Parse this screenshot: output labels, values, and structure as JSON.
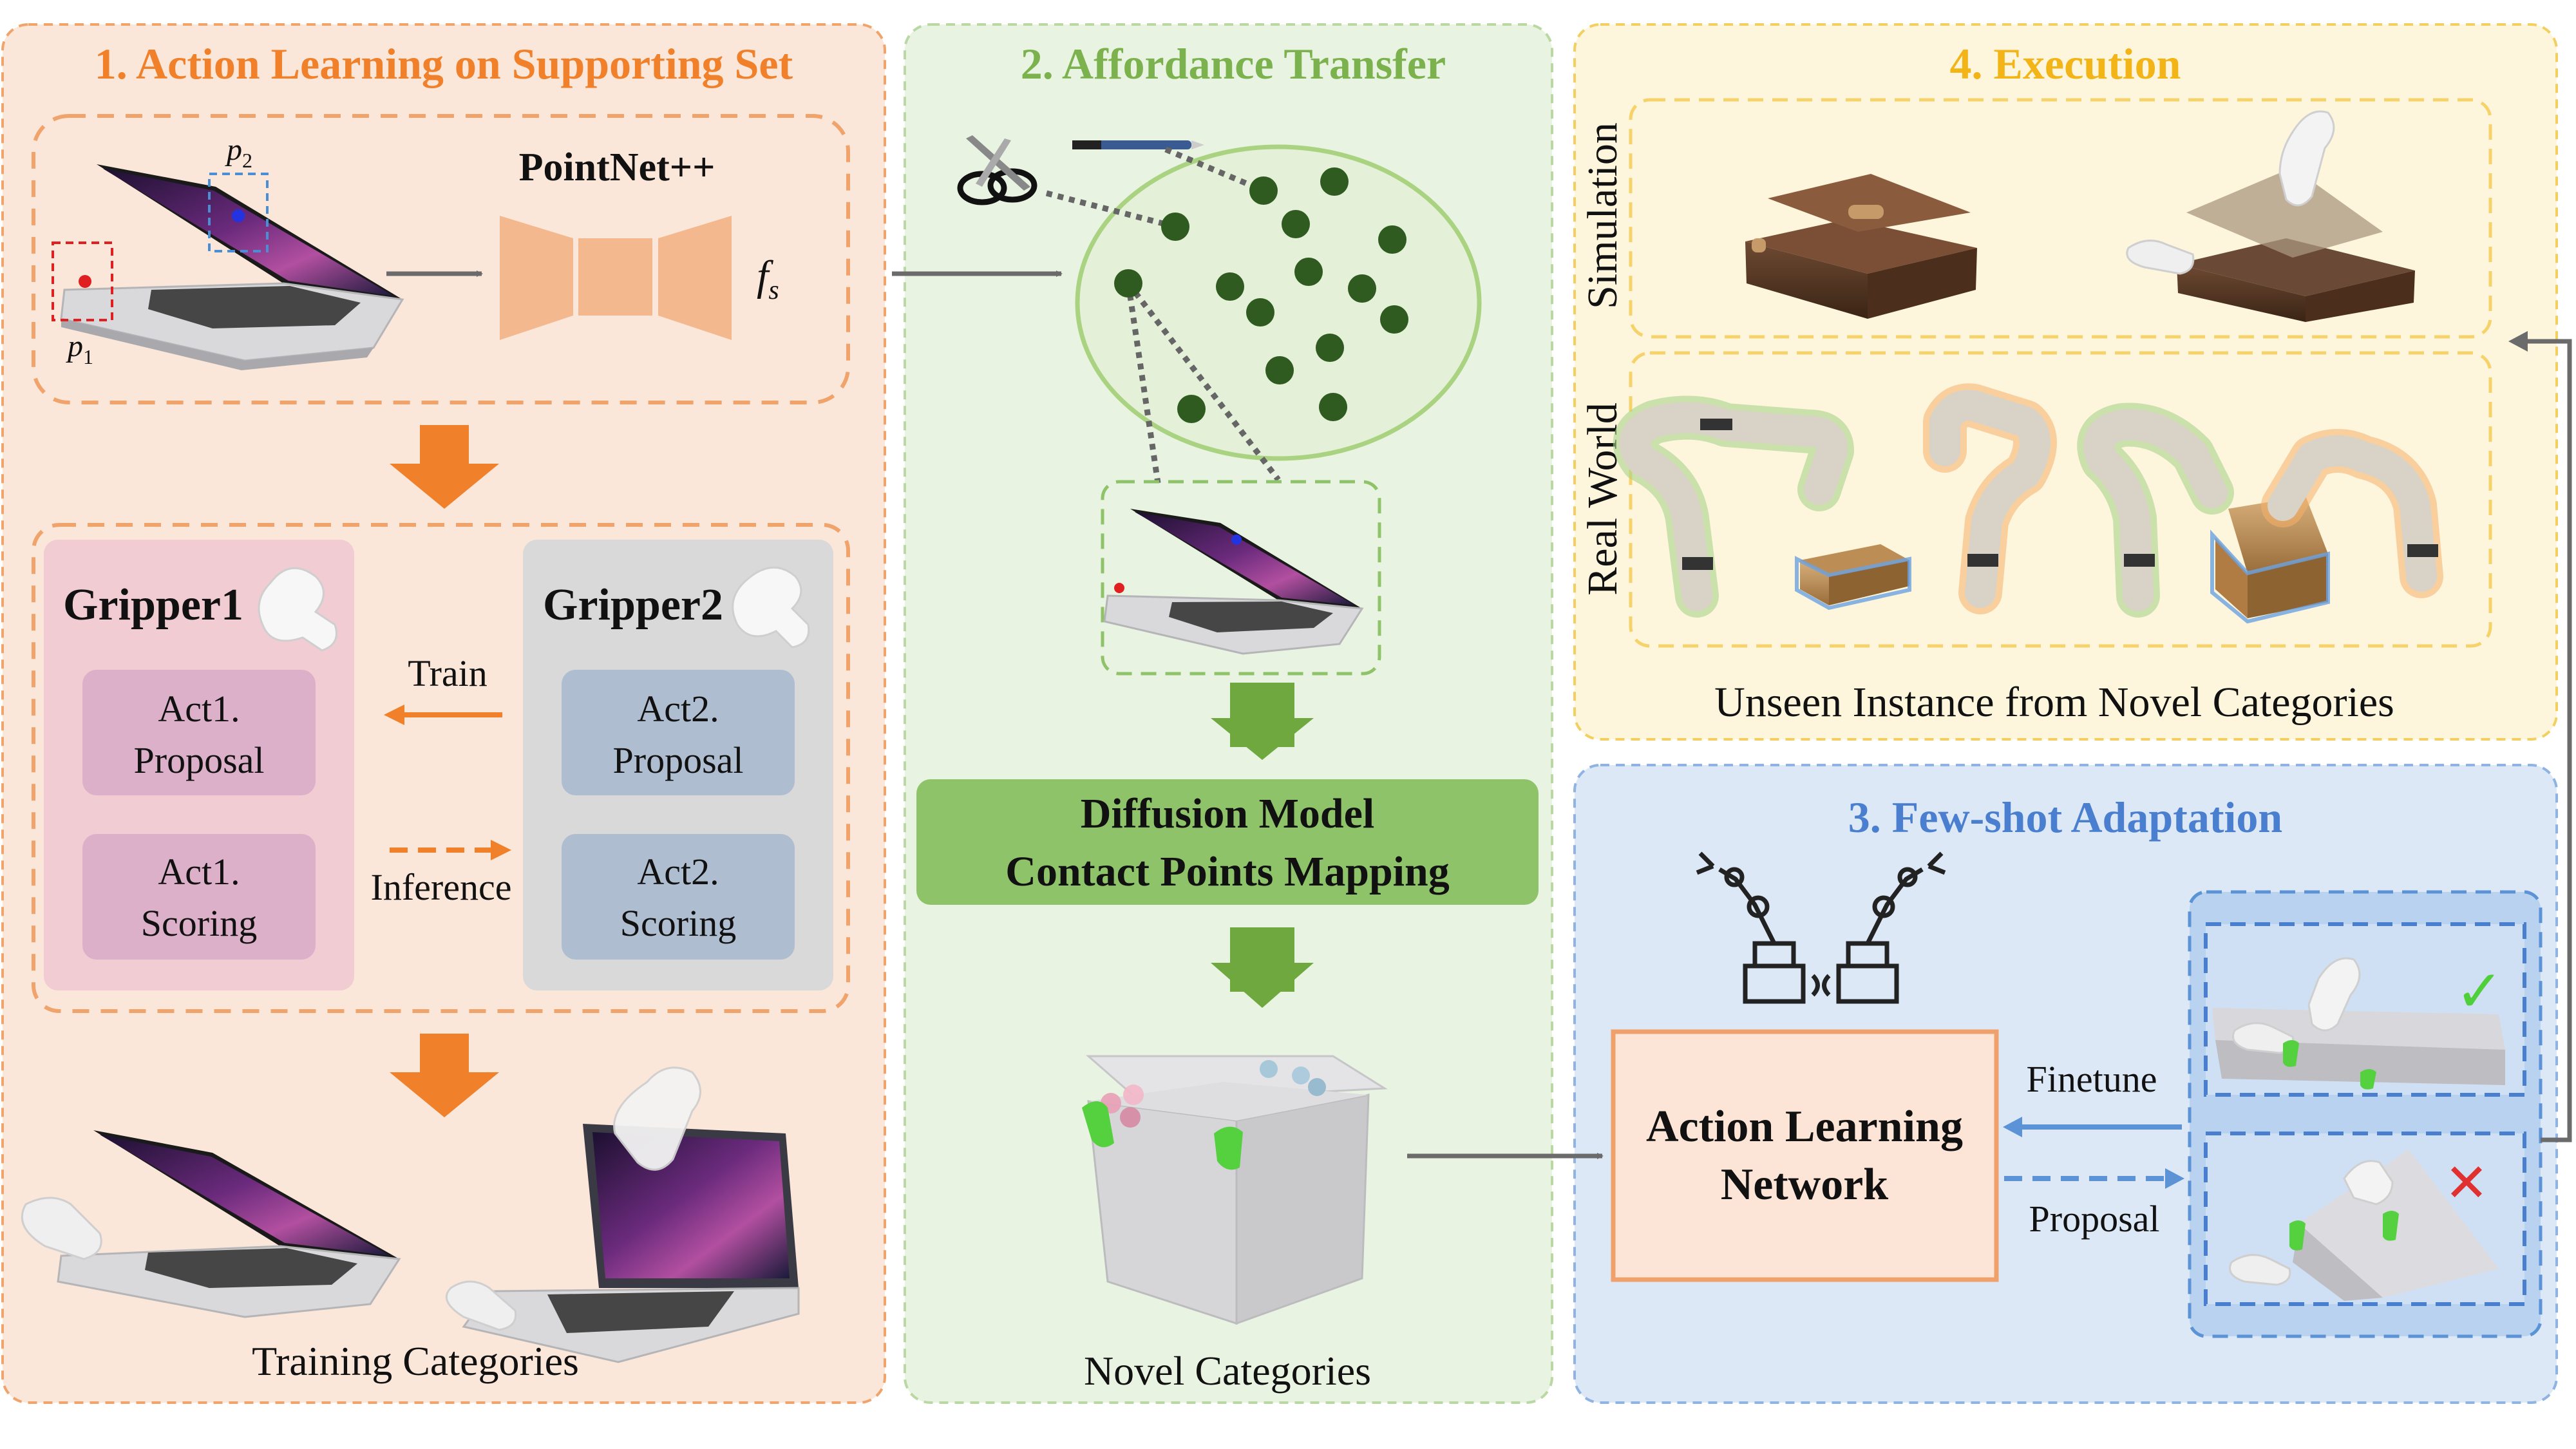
{
  "panels": {
    "action_learning": {
      "title": "1. Action Learning on Supporting Set",
      "point1_label": "p",
      "point1_sub": "1",
      "point2_label": "p",
      "point2_sub": "2",
      "network_label": "PointNet++",
      "feature_label": "f",
      "feature_sub": "s",
      "gripper1": {
        "title": "Gripper1",
        "proposal_line1": "Act1.",
        "proposal_line2": "Proposal",
        "scoring_line1": "Act1.",
        "scoring_line2": "Scoring"
      },
      "gripper2": {
        "title": "Gripper2",
        "proposal_line1": "Act2.",
        "proposal_line2": "Proposal",
        "scoring_line1": "Act2.",
        "scoring_line2": "Scoring"
      },
      "train_label": "Train",
      "inference_label": "Inference",
      "bottom_caption": "Training Categories"
    },
    "affordance_transfer": {
      "title": "2. Affordance Transfer",
      "model_line1": "Diffusion Model",
      "model_line2": "Contact Points Mapping",
      "bottom_caption": "Novel Categories"
    },
    "execution": {
      "title": "4. Execution",
      "row1_label": "Simulation",
      "row2_label": "Real World",
      "caption": "Unseen Instance from Novel Categories"
    },
    "few_shot": {
      "title": "3. Few-shot Adaptation",
      "network_line1": "Action Learning",
      "network_line2": "Network",
      "finetune_label": "Finetune",
      "proposal_label": "Proposal",
      "success_mark": "✓",
      "fail_mark": "✕"
    }
  },
  "colors": {
    "orange_panel": "#fbe6da",
    "orange_accent": "#f0802a",
    "green_panel": "#e9f3e2",
    "green_accent": "#7bb24e",
    "yellow_panel": "#fdf6dc",
    "yellow_accent": "#f2b417",
    "blue_panel": "#dce8f6",
    "blue_accent": "#4a7fd0",
    "dot_green": "#2f5a20"
  }
}
